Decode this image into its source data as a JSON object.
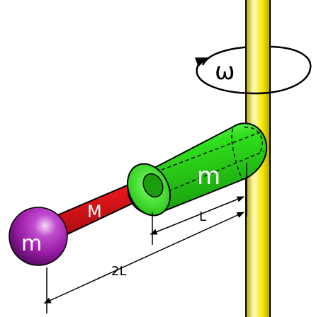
{
  "colors": {
    "background": "#ffffff",
    "axle": "#f2e500",
    "axle_dark": "#b3a400",
    "axle_light": "#fffbb0",
    "rod": "#e8171b",
    "rod_dark": "#a00c0f",
    "cylinder": "#2fe01b",
    "cylinder_dark": "#1a9e0d",
    "cylinder_light": "#9cff8c",
    "sphere": "#9b1ea8",
    "sphere_dark": "#4e0757",
    "sphere_light": "#f5d9f8",
    "outline": "#000000",
    "label_on_color": "#ffffff",
    "label_dark": "#000000"
  },
  "labels": {
    "omega": "ω",
    "rod_mass": "M",
    "cylinder_mass": "m",
    "sphere_mass": "m",
    "dim_L": "L",
    "dim_2L": "2L"
  },
  "icons": {
    "rotation": "rotation-arrow-icon"
  }
}
